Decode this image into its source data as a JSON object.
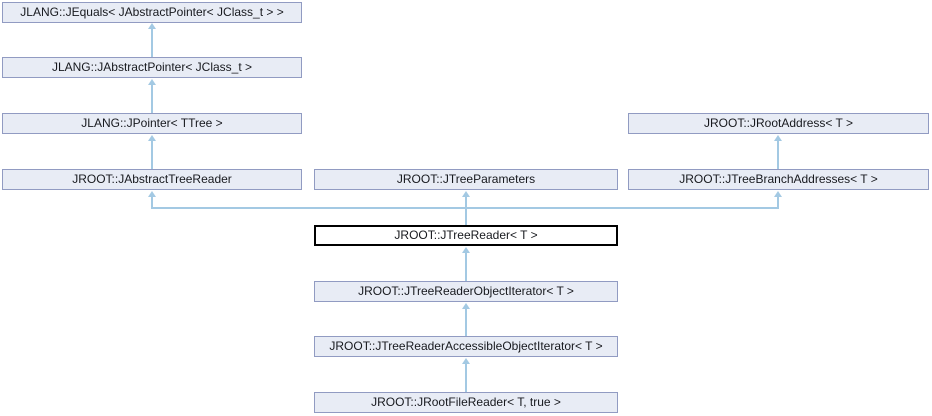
{
  "diagram": {
    "kind": "class-inheritance-graph",
    "focus_node": "JROOT::JTreeReader< T >",
    "colors": {
      "node_fill": "#E8ECF5",
      "node_border": "#919BC2",
      "focus_fill": "#FFFFFF",
      "focus_border": "#000000",
      "edge": "#A3C9E3",
      "text": "#17191E"
    },
    "nodes": [
      {
        "id": "jequals",
        "label": "JLANG::JEquals< JAbstractPointer< JClass_t > >"
      },
      {
        "id": "jabstract_pointer",
        "label": "JLANG::JAbstractPointer< JClass_t >"
      },
      {
        "id": "jpointer",
        "label": "JLANG::JPointer< TTree >"
      },
      {
        "id": "jroot_address",
        "label": "JROOT::JRootAddress< T >"
      },
      {
        "id": "jabstract_tree_reader",
        "label": "JROOT::JAbstractTreeReader"
      },
      {
        "id": "jtree_parameters",
        "label": "JROOT::JTreeParameters"
      },
      {
        "id": "jtree_branch_addresses",
        "label": "JROOT::JTreeBranchAddresses< T >"
      },
      {
        "id": "jtree_reader",
        "label": "JROOT::JTreeReader< T >",
        "focus": true
      },
      {
        "id": "jtree_reader_object_iterator",
        "label": "JROOT::JTreeReaderObjectIterator< T >"
      },
      {
        "id": "jtree_reader_accessible_object_iterator",
        "label": "JROOT::JTreeReaderAccessibleObjectIterator< T >"
      },
      {
        "id": "jroot_file_reader",
        "label": "JROOT::JRootFileReader< T, true >"
      }
    ],
    "edges": [
      {
        "from": "jabstract_pointer",
        "to": "jequals",
        "relation": "inherits"
      },
      {
        "from": "jpointer",
        "to": "jabstract_pointer",
        "relation": "inherits"
      },
      {
        "from": "jabstract_tree_reader",
        "to": "jpointer",
        "relation": "inherits"
      },
      {
        "from": "jtree_branch_addresses",
        "to": "jroot_address",
        "relation": "inherits"
      },
      {
        "from": "jtree_reader",
        "to": "jabstract_tree_reader",
        "relation": "inherits"
      },
      {
        "from": "jtree_reader",
        "to": "jtree_parameters",
        "relation": "inherits"
      },
      {
        "from": "jtree_reader",
        "to": "jtree_branch_addresses",
        "relation": "inherits"
      },
      {
        "from": "jtree_reader_object_iterator",
        "to": "jtree_reader",
        "relation": "inherits"
      },
      {
        "from": "jtree_reader_accessible_object_iterator",
        "to": "jtree_reader_object_iterator",
        "relation": "inherits"
      },
      {
        "from": "jroot_file_reader",
        "to": "jtree_reader_accessible_object_iterator",
        "relation": "inherits"
      }
    ]
  }
}
